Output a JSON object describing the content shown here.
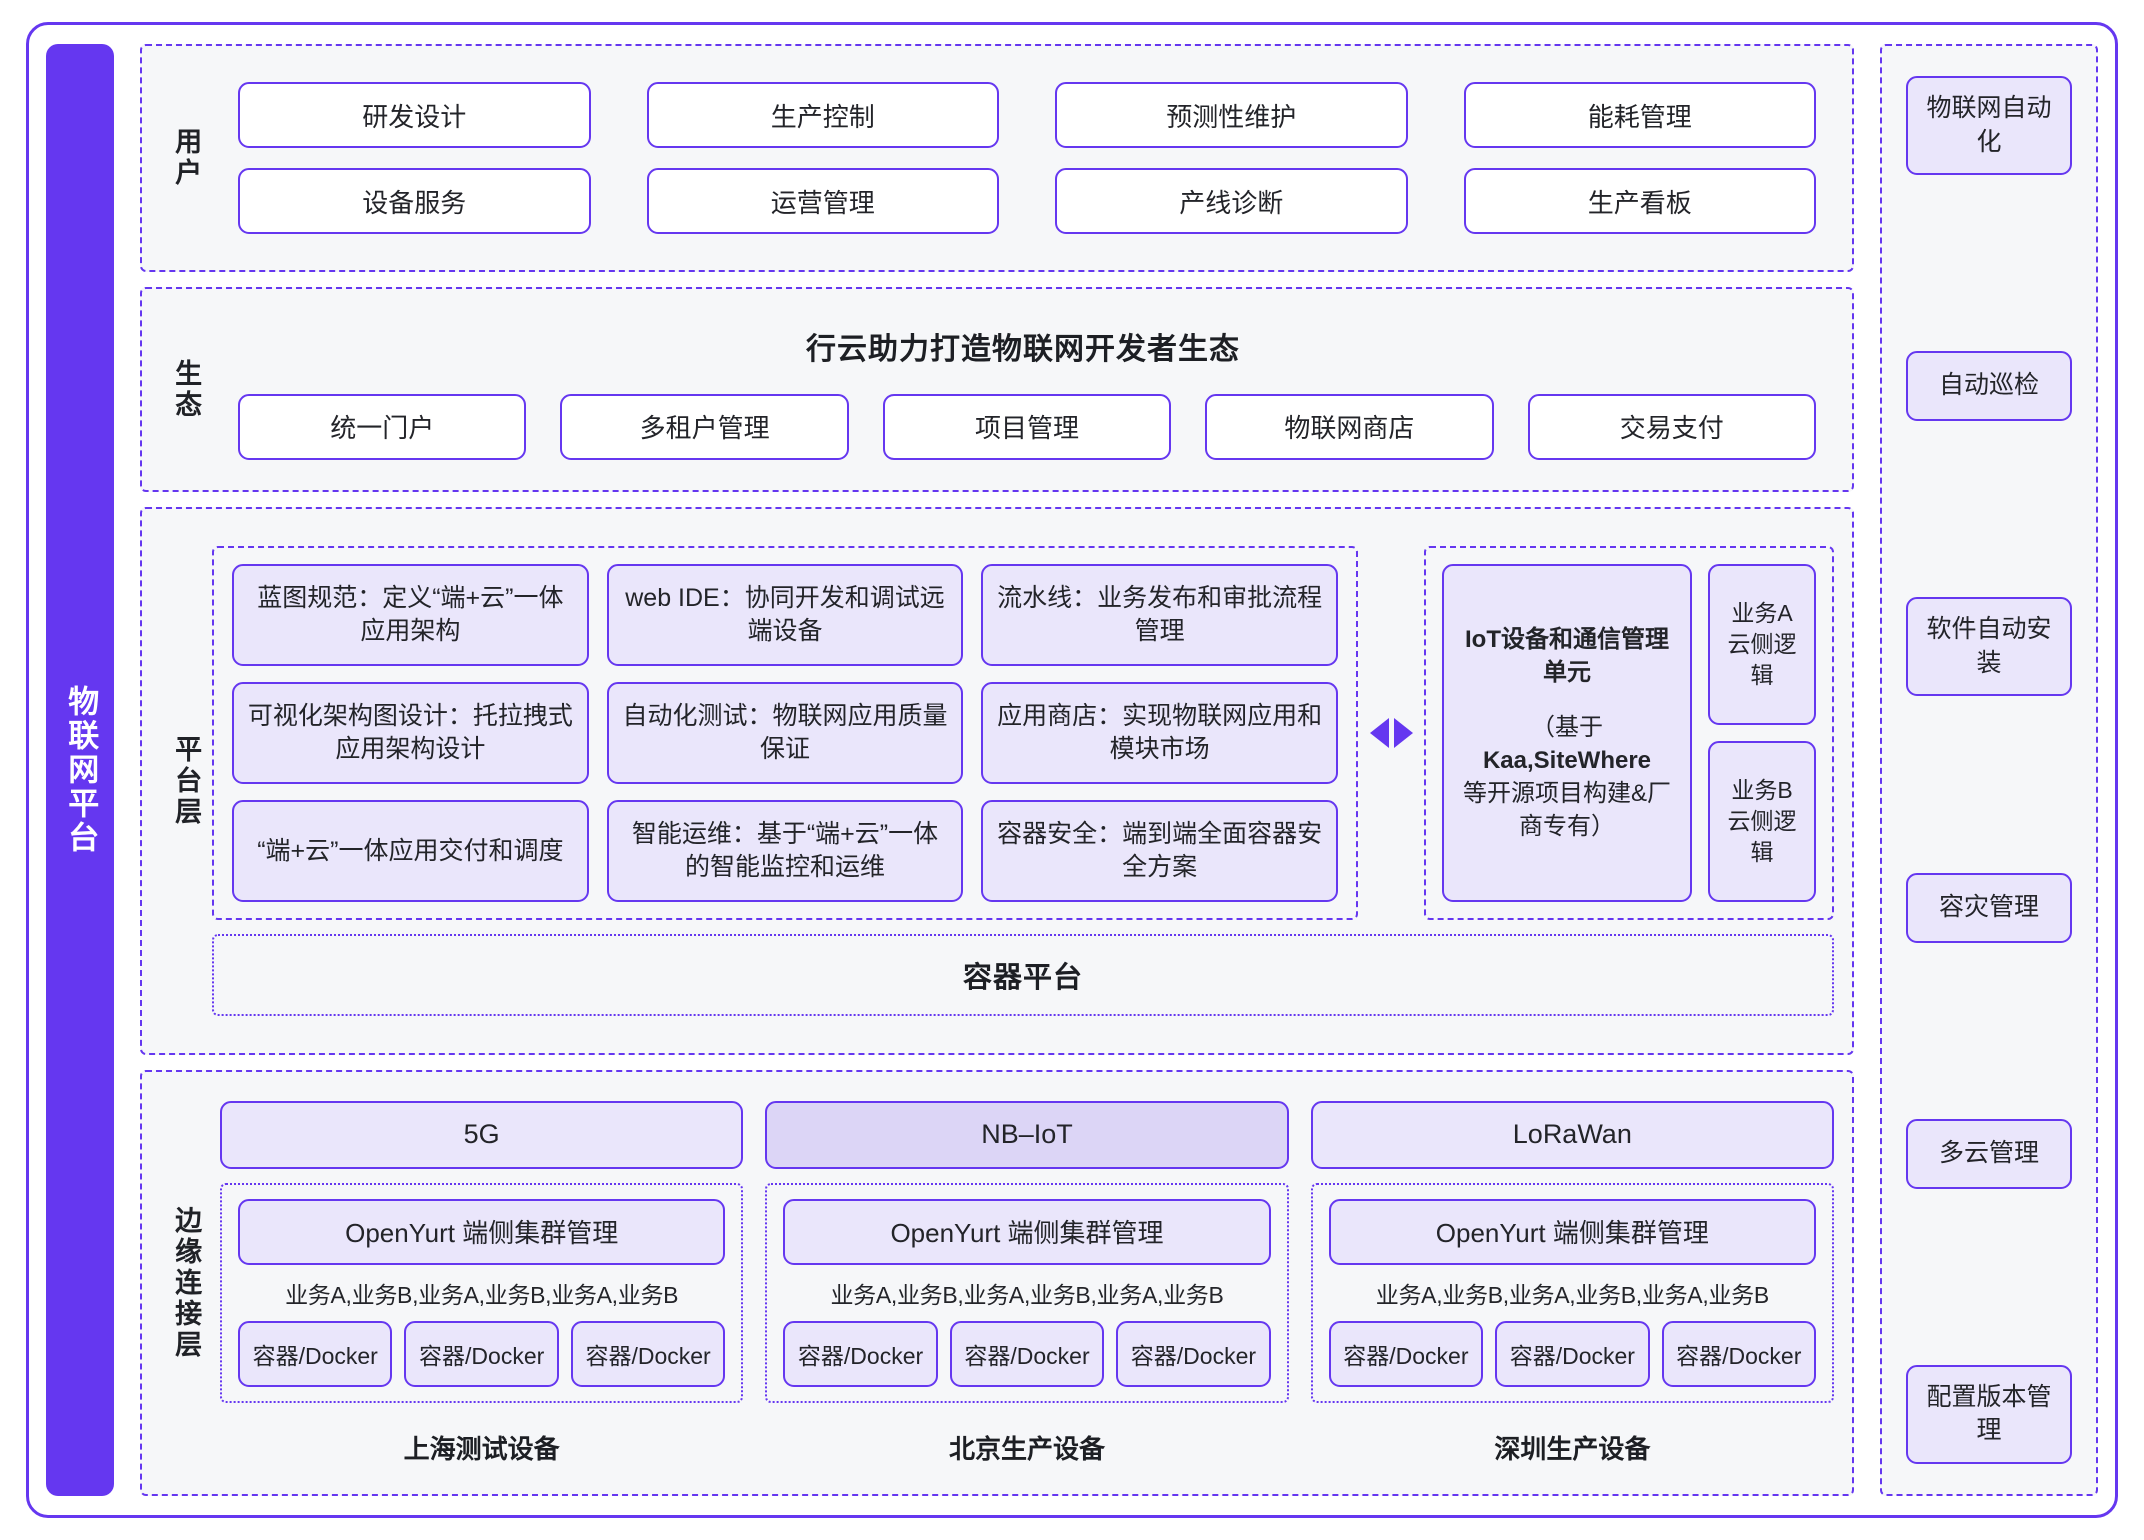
{
  "left_rail": {
    "label": "物联网平台"
  },
  "user_band": {
    "label": "用户",
    "items": [
      "研发设计",
      "生产控制",
      "预测性维护",
      "能耗管理",
      "设备服务",
      "运营管理",
      "产线诊断",
      "生产看板"
    ]
  },
  "eco_band": {
    "label": "生态",
    "title": "行云助力打造物联网开发者生态",
    "items": [
      "统一门户",
      "多租户管理",
      "项目管理",
      "物联网商店",
      "交易支付"
    ]
  },
  "platform_band": {
    "label": "平台层",
    "cards": [
      "蓝图规范：定义“端+云”一体应用架构",
      "web IDE：协同开发和调试远端设备",
      "流水线：业务发布和审批流程管理",
      "可视化架构图设计：托拉拽式应用架构设计",
      "自动化测试：物联网应用质量保证",
      "应用商店：实现物联网应用和模块市场",
      "“端+云”一体应用交付和调度",
      "智能运维：基于“端+云”一体的智能监控和运维",
      "容器安全：端到端全面容器安全方案"
    ],
    "iot_unit": {
      "title": "IoT设备和通信管理单元",
      "sub_pre": "（基于",
      "sub_bold": "Kaa,SiteWhere",
      "sub_post": "等开源项目构建&厂商专有）"
    },
    "side_cards": [
      "业务A云侧逻辑",
      "业务B云侧逻辑"
    ],
    "container_platform": "容器平台",
    "arrow_left_icon": "triangle-left-icon",
    "arrow_right_icon": "triangle-right-icon"
  },
  "edge_band": {
    "label": "边缘连接层",
    "columns": [
      {
        "network": "5G",
        "network_highlight": false,
        "cluster": "OpenYurt 端侧集群管理",
        "services": "业务A,业务B,业务A,业务B,业务A,业务B",
        "containers": [
          "容器/Docker",
          "容器/Docker",
          "容器/Docker"
        ],
        "caption": "上海测试设备"
      },
      {
        "network": "NB–IoT",
        "network_highlight": true,
        "cluster": "OpenYurt 端侧集群管理",
        "services": "业务A,业务B,业务A,业务B,业务A,业务B",
        "containers": [
          "容器/Docker",
          "容器/Docker",
          "容器/Docker"
        ],
        "caption": "北京生产设备"
      },
      {
        "network": "LoRaWan",
        "network_highlight": false,
        "cluster": "OpenYurt 端侧集群管理",
        "services": "业务A,业务B,业务A,业务B,业务A,业务B",
        "containers": [
          "容器/Docker",
          "容器/Docker",
          "容器/Docker"
        ],
        "caption": "深圳生产设备"
      }
    ]
  },
  "right_rail": {
    "items": [
      "物联网自动化",
      "自动巡检",
      "软件自动安装",
      "容灾管理",
      "多云管理",
      "配置版本管理"
    ]
  },
  "colors": {
    "accent": "#6537f0",
    "card_fill": "#eae6fb",
    "card_fill_strong": "#dcd5f6",
    "band_fill": "#f6f7f9",
    "text": "#232429",
    "white": "#ffffff"
  }
}
